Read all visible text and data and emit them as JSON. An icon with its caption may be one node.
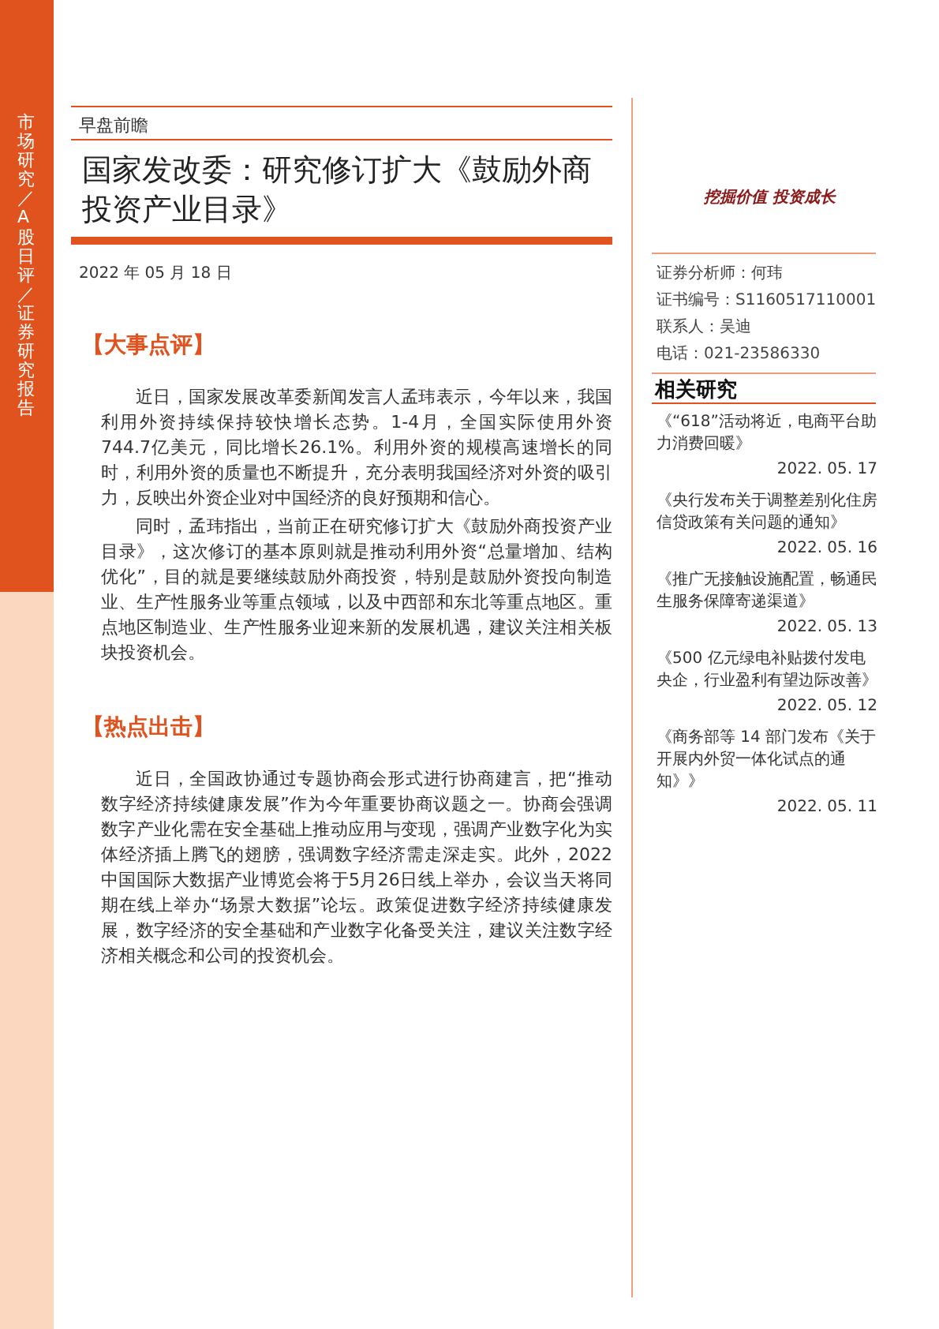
{
  "diagram": {
    "title": "国家发改委：研究修订扩大《鼓励外商投资产业目录》",
    "labels": [
      "市场研究／A股日评／证券研究报告",
      "早盘前瞻",
      "2022 年 05 月 18 日",
      "【大事点评】",
      "近日，国家发展改革委新闻发言人孟玮表示，今年以来，我国利用外资持续保持较快增长态势。1-4月，全国实际使用外资744.7亿美元，同比增长26.1%。利用外资的规模高速增长的同时，利用外资的质量也不断提升，充分表明我国经济对外资的吸引力，反映出外资企业对中国经济的良好预期和信心。",
      "同时，孟玮指出，当前正在研究修订扩大《鼓励外商投资产业目录》，这次修订的基本原则就是推动利用外资“总量增加、结构优化”，目的就是要继续鼓励外商投资，特别是鼓励外资投向制造业、生产性服务业等重点领域，以及中西部和东北等重点地区。重点地区制造业、生产性服务业迎来新的发展机遇，建议关注相关板块投资机会。",
      "【热点出击】",
      "近日，全国政协通过专题协商会形式进行协商建言，把“推动数字经济持续健康发展”作为今年重要协商议题之一。协商会强调数字产业化需在安全基础上推动应用与变现，强调产业数字化为实体经济插上腾飞的翅膀，强调数字经济需走深走实。此外，2022中国国际大数据产业博览会将于5月26日线上举办，会议当天将同期在线上举办“场景大数据”论坛。政策促进数字经济持续健康发展，数字经济的安全基础和产业数字化备受关注，建议关注数字经济相关概念和公司的投资机会。",
      "挖掘价值 投资成长",
      "证券分析师：何玮",
      "证书编号：S1160517110001",
      "联系人：吴迪",
      "电话：021-23586330",
      "相关研究",
      "《“618”活动将近，电商平台助力消费回暖》",
      "2022. 05. 17",
      "《央行发布关于调整差别化住房信贷政策有关问题的通知》",
      "2022. 05. 16",
      "《推广无接触设施配置，畅通民生服务保障寄递渠道》",
      "2022. 05. 13",
      "《500 亿元绿电补贴拨付发电央企，行业盈利有望边际改善》",
      "2022. 05. 12",
      "《商务部等 14 部门发布《关于开展内外贸一体化试点的通知》》",
      "2022. 05. 11"
    ]
  }
}
